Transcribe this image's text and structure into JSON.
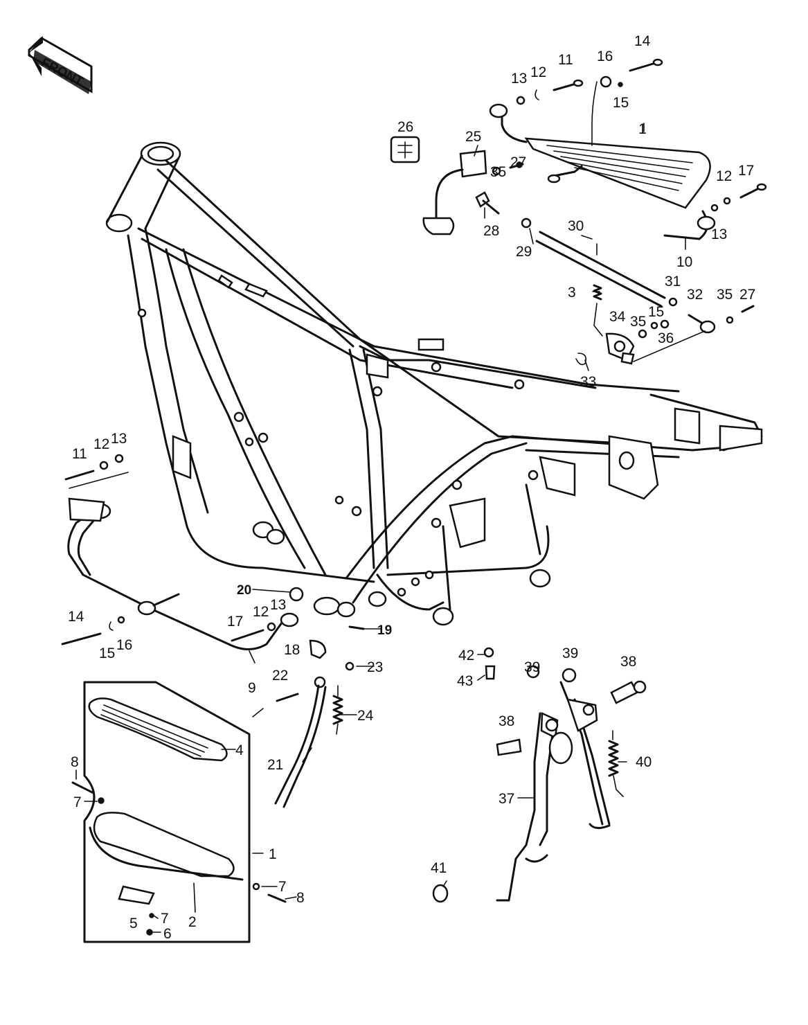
{
  "front_badge": "FRONT",
  "callouts": {
    "c1_top": "1",
    "c1_bottom": "1",
    "c2": "2",
    "c3": "3",
    "c4": "4",
    "c5": "5",
    "c6": "6",
    "c7a": "7",
    "c7b": "7",
    "c7c": "7",
    "c8a": "8",
    "c8b": "8",
    "c9": "9",
    "c10": "10",
    "c11a": "11",
    "c11b": "11",
    "c12a": "12",
    "c12b": "12",
    "c12c": "12",
    "c12d": "12",
    "c13a": "13",
    "c13b": "13",
    "c13c": "13",
    "c13d": "13",
    "c14a": "14",
    "c14b": "14",
    "c15a": "15",
    "c15b": "15",
    "c15c": "15",
    "c16a": "16",
    "c16b": "16",
    "c17a": "17",
    "c17b": "17",
    "c18": "18",
    "c19": "19",
    "c20": "20",
    "c21": "21",
    "c22": "22",
    "c23": "23",
    "c24": "24",
    "c25": "25",
    "c26": "26",
    "c27a": "27",
    "c27b": "27",
    "c28": "28",
    "c29": "29",
    "c30": "30",
    "c31": "31",
    "c32": "32",
    "c33": "33",
    "c34": "34",
    "c35a": "35",
    "c35b": "35",
    "c35c": "35",
    "c36": "36",
    "c37": "37",
    "c38a": "38",
    "c38b": "38",
    "c39a": "39",
    "c39b": "39",
    "c40": "40",
    "c41": "41",
    "c42": "42",
    "c43": "43"
  }
}
